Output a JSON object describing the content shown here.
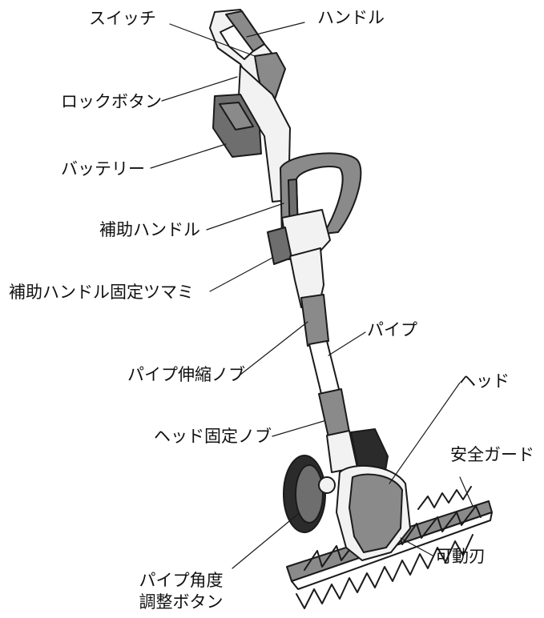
{
  "labels": {
    "switch": "スイッチ",
    "handle": "ハンドル",
    "lock_button": "ロックボタン",
    "battery": "バッテリー",
    "aux_handle": "補助ハンドル",
    "aux_handle_knob": "補助ハンドル固定ツマミ",
    "pipe": "パイプ",
    "pipe_extension_knob": "パイプ伸縮ノブ",
    "head": "ヘッド",
    "head_fixing_knob": "ヘッド固定ノブ",
    "safety_guard": "安全ガード",
    "pipe_angle_line1": "パイプ角度",
    "pipe_angle_line2": "調整ボタン",
    "movable_blade": "可動刃"
  },
  "colors": {
    "outline": "#1a1a1a",
    "grip": "#8a8a8a",
    "dark_grip": "#6e6e6e",
    "body": "#f2f2f2",
    "tire": "#2b2b2b"
  }
}
